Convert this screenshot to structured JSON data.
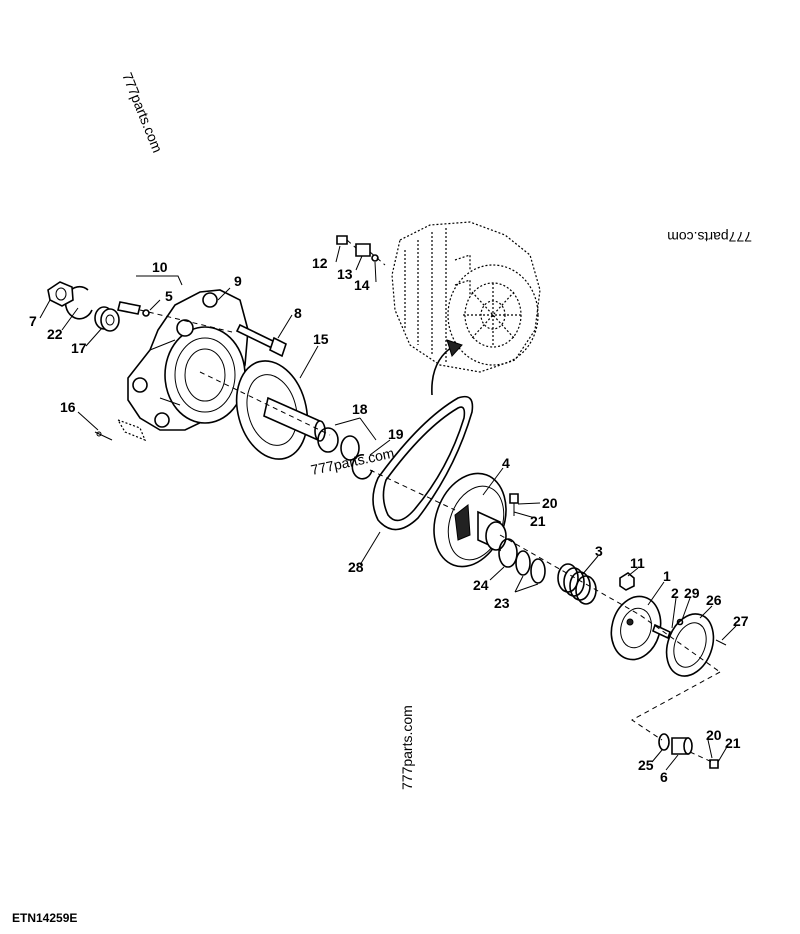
{
  "figure_id": "ETN14259E",
  "watermarks": [
    "777parts.com",
    "777parts.com",
    "777parts.com",
    "777parts.com"
  ],
  "callouts": {
    "c1": "1",
    "c2": "2",
    "c3": "3",
    "c4": "4",
    "c5": "5",
    "c6": "6",
    "c7": "7",
    "c8": "8",
    "c9": "9",
    "c10": "10",
    "c11": "11",
    "c12": "12",
    "c13": "13",
    "c14": "14",
    "c15": "15",
    "c16": "16",
    "c17": "17",
    "c18": "18",
    "c19": "19",
    "c20a": "20",
    "c20b": "20",
    "c21a": "21",
    "c21b": "21",
    "c22": "22",
    "c23": "23",
    "c24": "24",
    "c25": "25",
    "c26": "26",
    "c27": "27",
    "c28": "28",
    "c29": "29"
  }
}
